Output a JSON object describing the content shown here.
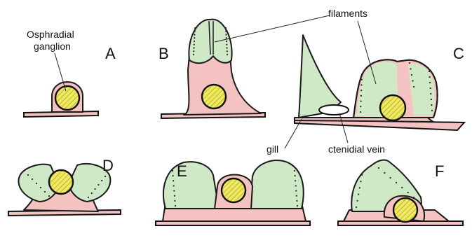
{
  "panels": {
    "a": {
      "letter": "A"
    },
    "b": {
      "letter": "B"
    },
    "c": {
      "letter": "C"
    },
    "d": {
      "letter": "D"
    },
    "e": {
      "letter": "E"
    },
    "f": {
      "letter": "F"
    }
  },
  "labels": {
    "osphradial_line1": "Osphradial",
    "osphradial_line2": "ganglion",
    "filaments": "filaments",
    "gill": "gill",
    "ctenidial_vein": "ctenidial vein"
  },
  "colors": {
    "osphradial_tissue": "#f5c2c2",
    "filament_tissue": "#cfe8c6",
    "ganglion": "#f2ea54"
  }
}
